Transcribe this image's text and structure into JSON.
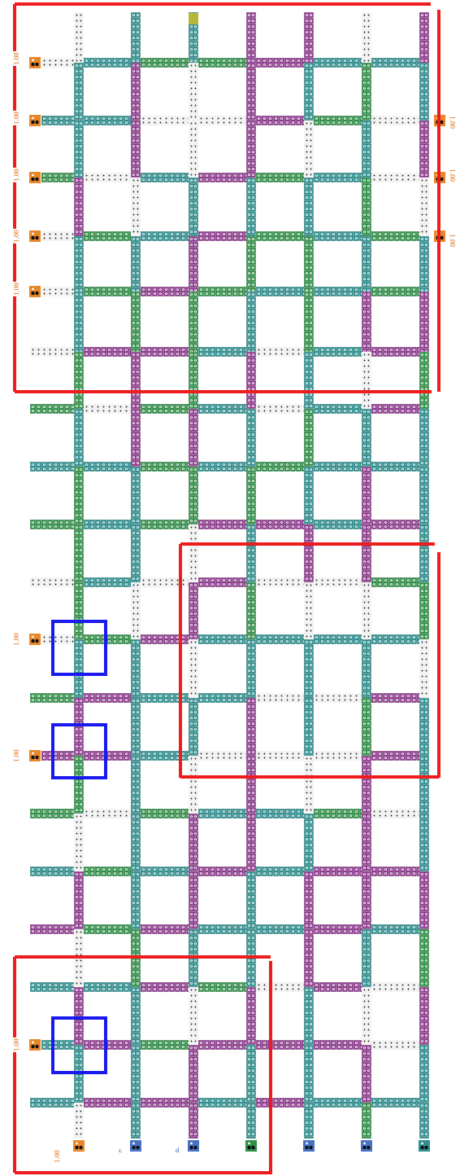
{
  "diagram": {
    "labels": [
      "1.00",
      "1.00",
      "1.00",
      "1.00",
      "1.00",
      "1.00",
      "1.00",
      "1.00",
      "1.00",
      "1.00",
      "1.00",
      "1.00",
      "c",
      "d"
    ]
  }
}
